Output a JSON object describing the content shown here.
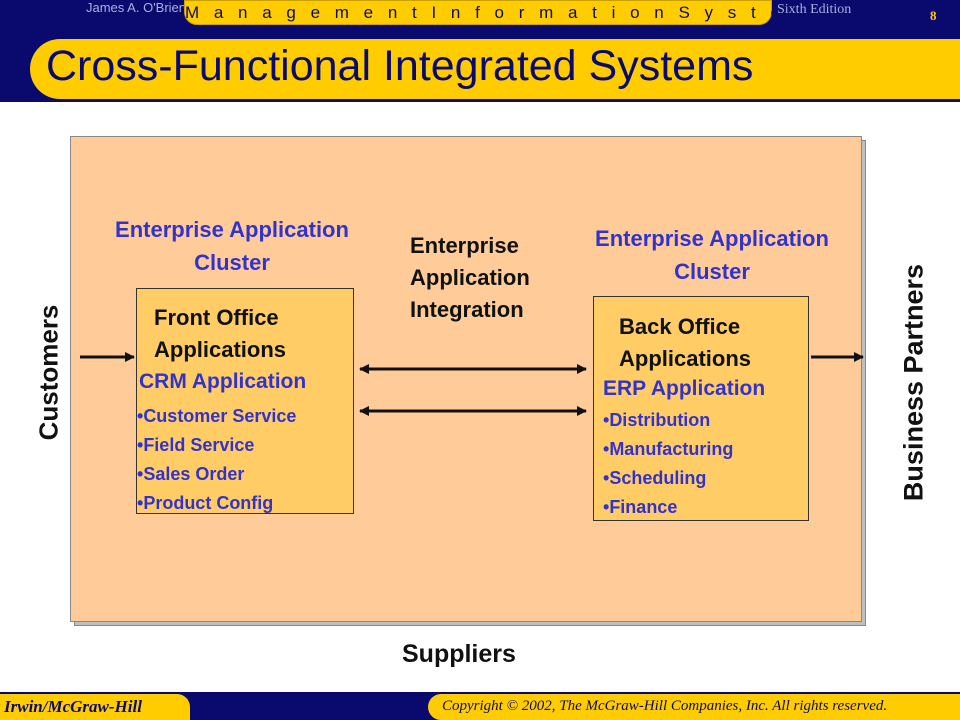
{
  "header": {
    "author": "James A. O'Brien",
    "course": "M a n a g e m e n t   I n f o r m a t i o n   S y s t e m s",
    "edition": "Sixth Edition",
    "page_number": "8",
    "title": "Cross-Functional Integrated Systems"
  },
  "diagram": {
    "left_cluster": {
      "line1": "Enterprise Application",
      "line2": "Cluster"
    },
    "right_cluster": {
      "line1": "Enterprise Application",
      "line2": "Cluster"
    },
    "integration": {
      "line1": "Enterprise",
      "line2": "Application",
      "line3": "Integration"
    },
    "front_office": {
      "title1": "Front Office",
      "title2": "Applications",
      "subtitle": "CRM Application",
      "items": [
        "Customer Service",
        "Field Service",
        "Sales Order",
        "Product Config"
      ]
    },
    "back_office": {
      "title1": "Back Office",
      "title2": "Applications",
      "subtitle": "ERP Application",
      "items": [
        "Distribution",
        "Manufacturing",
        "Scheduling",
        "Finance"
      ]
    },
    "customers": "Customers",
    "business_partners": "Business Partners",
    "suppliers": "Suppliers"
  },
  "footer": {
    "publisher": "Irwin/McGraw-Hill",
    "copyright": "Copyright © 2002, The McGraw-Hill Companies, Inc. All rights reserved."
  },
  "colors": {
    "navy": "#0a0a6e",
    "gold": "#ffcc00",
    "panel": "#ffcc99",
    "box": "#ffcc66",
    "label_blue": "#3333cc"
  }
}
